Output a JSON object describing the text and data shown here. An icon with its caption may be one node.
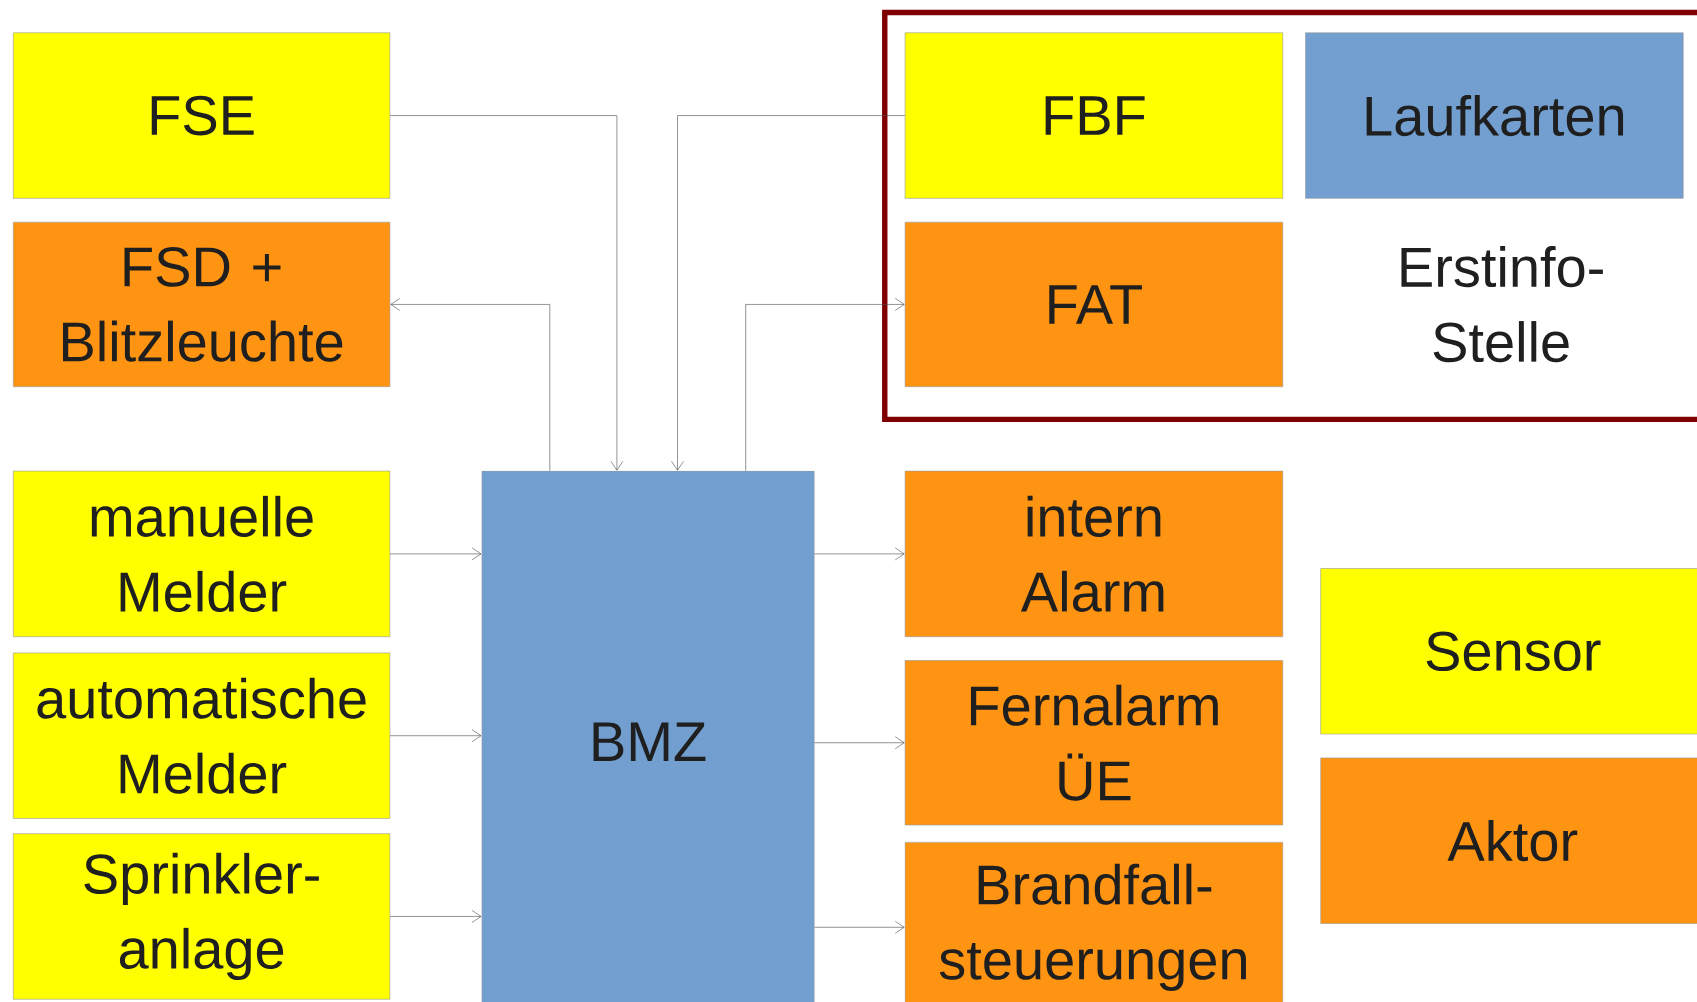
{
  "diagram": {
    "nodes": [
      {
        "text": [
          "FSE"
        ]
      },
      {
        "text": [
          "FSD + Blitzleuchte"
        ]
      },
      {
        "text": [
          "manuelle Melder"
        ]
      },
      {
        "text": [
          "automatische Melder"
        ]
      },
      {
        "text": [
          "Sprinkler- anlage"
        ]
      },
      {
        "text": [
          "BMZ"
        ]
      },
      {
        "text": [
          "Erstinfo- Stelle"
        ]
      },
      {
        "text": [
          "FBF"
        ],
        "in": 6
      },
      {
        "text": [
          "Laufkarten"
        ],
        "in": 6
      },
      {
        "text": [
          "FAT"
        ],
        "in": 6
      },
      {
        "text": [
          "intern Alarm"
        ]
      },
      {
        "text": [
          "Fernalarm ÜE"
        ]
      },
      {
        "text": [
          "Brandfall- steuerungen"
        ]
      },
      {
        "text": [
          "Sensor"
        ]
      },
      {
        "text": [
          "Aktor"
        ]
      }
    ],
    "edges": [
      {
        "from": 0,
        "to": 5,
        "arrow": "to"
      },
      {
        "from": 5,
        "to": 1,
        "arrow": "to"
      },
      {
        "from": 7,
        "to": 5,
        "arrow": "to"
      },
      {
        "from": 5,
        "to": 9,
        "arrow": "to"
      },
      {
        "from": 2,
        "to": 5,
        "arrow": "to"
      },
      {
        "from": 3,
        "to": 5,
        "arrow": "to"
      },
      {
        "from": 4,
        "to": 5,
        "arrow": "to"
      },
      {
        "from": 5,
        "to": 10,
        "arrow": "to"
      },
      {
        "from": 5,
        "to": 11,
        "arrow": "to"
      },
      {
        "from": 5,
        "to": 12,
        "arrow": "to"
      }
    ]
  }
}
